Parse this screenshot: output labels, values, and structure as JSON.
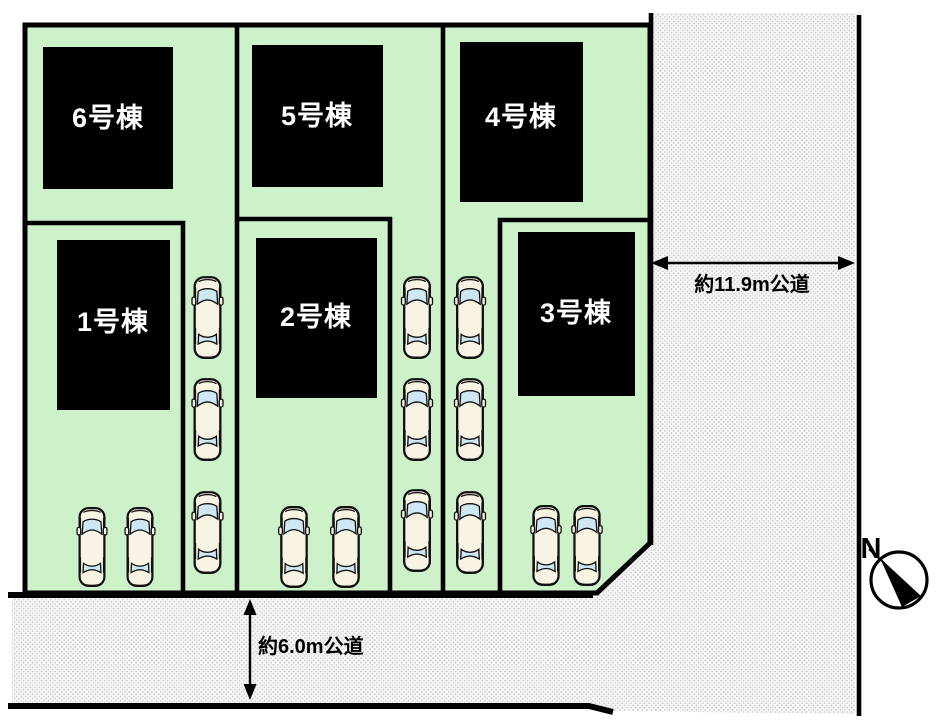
{
  "plan_type": "site-plan",
  "buildings": [
    {
      "label": "1号棟"
    },
    {
      "label": "2号棟"
    },
    {
      "label": "3号棟"
    },
    {
      "label": "4号棟"
    },
    {
      "label": "5号棟"
    },
    {
      "label": "6号棟"
    }
  ],
  "roads": {
    "east_label": "約11.9m公道",
    "south_label": "約6.0m公道"
  },
  "compass": {
    "north_label": "N"
  },
  "parking": {
    "car_count": 15
  },
  "colors": {
    "lot_fill": "#cdf2ca",
    "building_fill": "#000000",
    "building_text": "#ffffff",
    "road_bg": "#f5f5f5",
    "road_dot": "#cccccc",
    "outline": "#000000",
    "car_body": "#f8f3e2",
    "car_window": "#cde7f5"
  }
}
